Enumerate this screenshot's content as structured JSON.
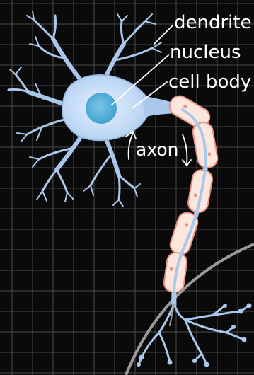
{
  "labels": {
    "dendrite": "dendrite",
    "nucleus": "nucleus",
    "cell_body": "cell body",
    "axon": "axon"
  },
  "colors": {
    "background": "#0a0a0a",
    "grid": "#4a4a4a",
    "neuron": "#a9c8ec",
    "neuron_outline": "#7fa6d6",
    "cell_body_light": "#d6e8fb",
    "nucleus": "#5cb3da",
    "myelin": "#fde6dc",
    "myelin_edge": "#e88f86",
    "annotation": "#ffffff",
    "arc": "#9a9a9a"
  }
}
